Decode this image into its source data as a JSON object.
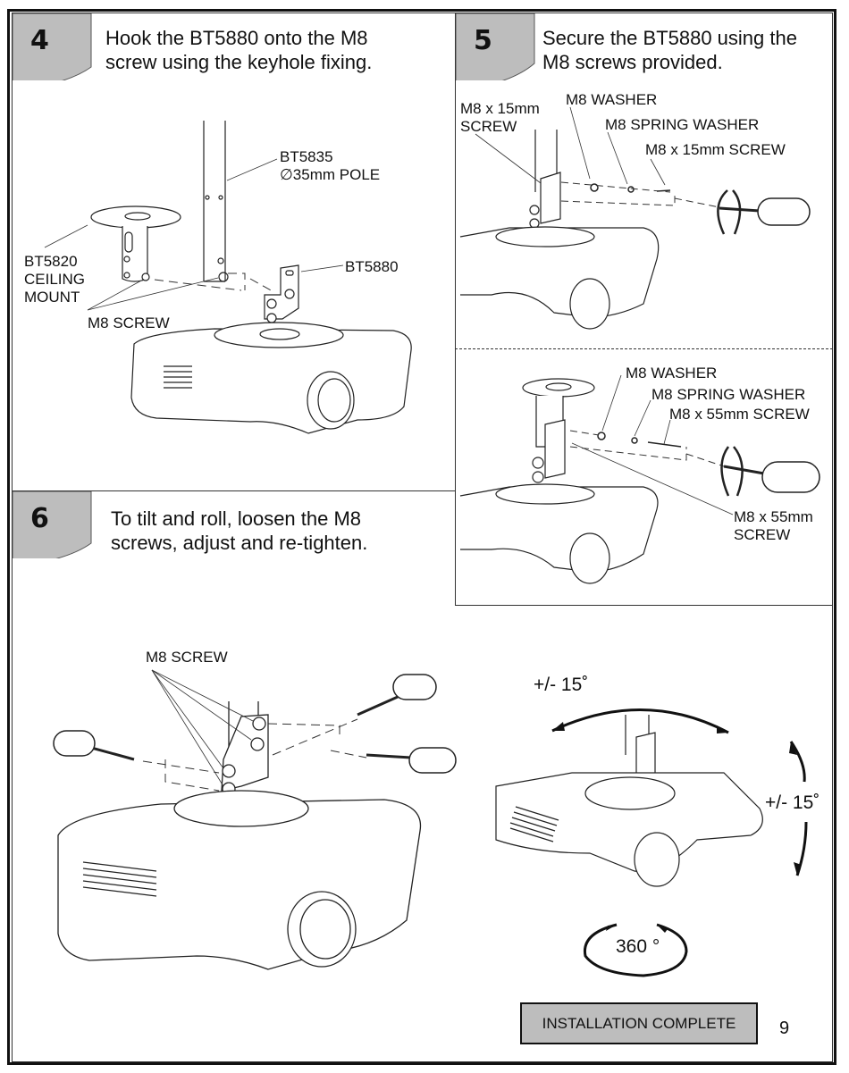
{
  "page": {
    "number": "9"
  },
  "steps": [
    {
      "number": "4",
      "instruction_lines": [
        "Hook the BT5880 onto the M8",
        "screw using the keyhole fixing."
      ],
      "labels": {
        "pole": [
          "BT5835",
          "∅35mm POLE"
        ],
        "ceiling_mount": [
          "BT5820",
          "CEILING",
          "MOUNT"
        ],
        "bracket": "BT5880",
        "screw": "M8 SCREW"
      }
    },
    {
      "number": "5",
      "instruction_lines": [
        "Secure the BT5880 using the",
        "M8 screws provided."
      ],
      "upper_labels": {
        "screw_left": [
          "M8 x 15mm",
          "SCREW"
        ],
        "washer": "M8 WASHER",
        "spring_washer": "M8 SPRING WASHER",
        "screw_right": "M8 x 15mm SCREW"
      },
      "lower_labels": {
        "washer": "M8 WASHER",
        "spring_washer": "M8 SPRING WASHER",
        "screw_right": "M8 x 55mm SCREW",
        "screw_bottom": [
          "M8 x 55mm",
          "SCREW"
        ]
      }
    },
    {
      "number": "6",
      "instruction_lines": [
        "To tilt and roll, loosen the M8",
        "screws, adjust and re-tighten."
      ],
      "labels": {
        "screw": "M8 SCREW",
        "tilt": "+/- 15˚",
        "roll": "+/- 15˚",
        "rotate": "360 °"
      }
    }
  ],
  "footer": {
    "badge": "INSTALLATION COMPLETE"
  },
  "colors": {
    "tab_fill": "#bdbdbd",
    "line": "#333333",
    "ink": "#111111"
  }
}
